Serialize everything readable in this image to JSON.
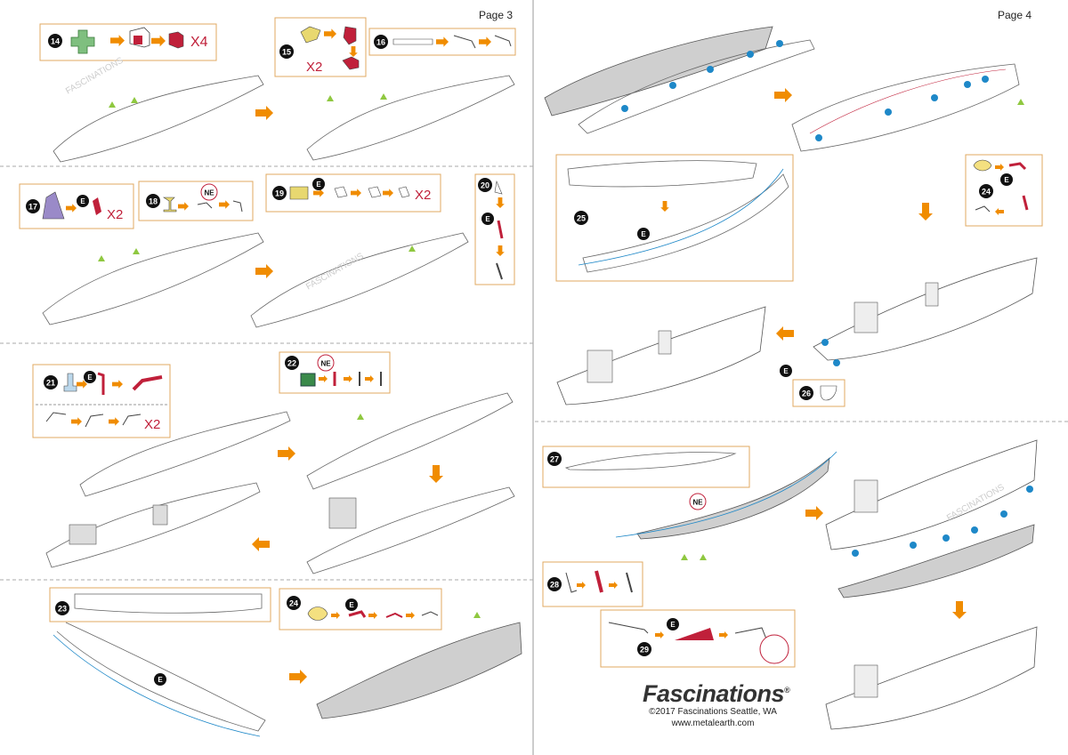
{
  "pages": {
    "left": "Page 3",
    "right": "Page 4"
  },
  "steps": [
    {
      "number": "14",
      "multiplier": "X4"
    },
    {
      "number": "15",
      "multiplier": "X2"
    },
    {
      "number": "16",
      "multiplier": ""
    },
    {
      "number": "17",
      "multiplier": "X2",
      "tag": "E"
    },
    {
      "number": "18",
      "multiplier": "",
      "tag": "NE"
    },
    {
      "number": "19",
      "multiplier": "X2",
      "tag": "E"
    },
    {
      "number": "20",
      "multiplier": "",
      "tag": "E"
    },
    {
      "number": "21",
      "multiplier": "X2",
      "tag": "E"
    },
    {
      "number": "22",
      "multiplier": "",
      "tag": "NE"
    },
    {
      "number": "23",
      "multiplier": "",
      "tag": "E"
    },
    {
      "number": "24",
      "multiplier": "",
      "tag": "E"
    },
    {
      "number": "25",
      "multiplier": "",
      "tag": "E"
    },
    {
      "number": "26",
      "multiplier": "",
      "tag": "E"
    },
    {
      "number": "27",
      "multiplier": "",
      "tag": "NE"
    },
    {
      "number": "28",
      "multiplier": ""
    },
    {
      "number": "29",
      "multiplier": "",
      "tag": "E"
    }
  ],
  "watermark": "FASCINATIONS",
  "footer": {
    "brand": "Fascinations",
    "registered": "®",
    "copyright": "©2017 Fascinations Seattle, WA",
    "website": "www.metalearth.com"
  },
  "colors": {
    "arrow": "#f08c00",
    "box_border": "#e0a860",
    "accent_red": "#c0203a",
    "dot_blue": "#1e88c8",
    "triangle_green": "#8fc840",
    "hull_gray": "#cfcfcf",
    "part_green": "#7fbf7f",
    "part_yellow": "#e8d870"
  }
}
